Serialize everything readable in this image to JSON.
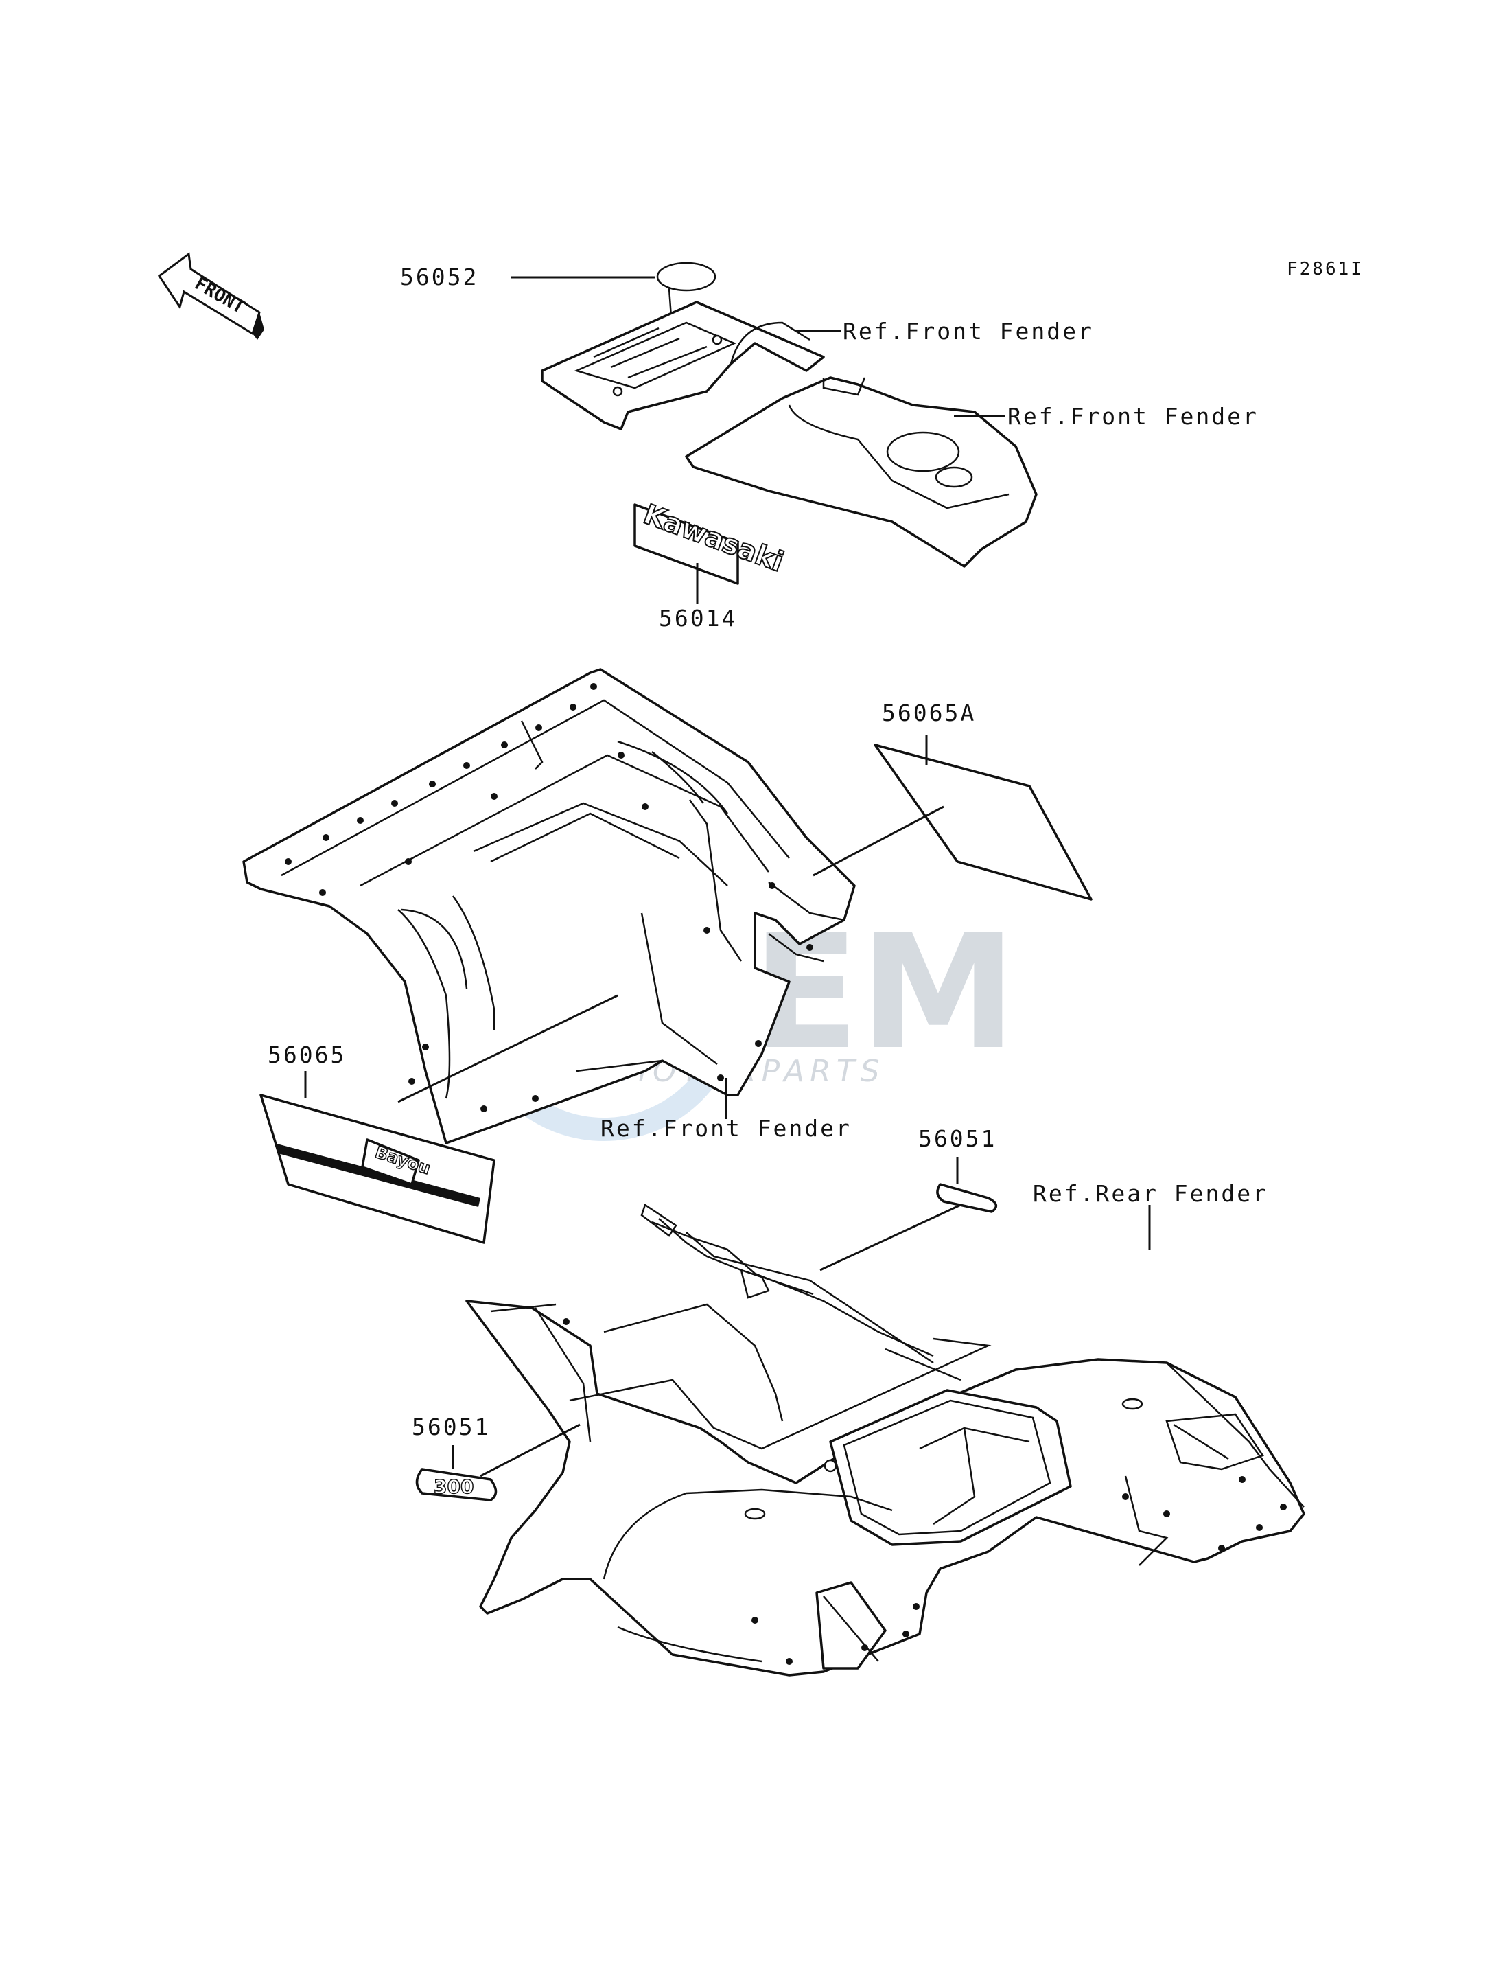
{
  "diagram": {
    "figure_code": "F2861I",
    "front_arrow_text": "FRONT",
    "watermark": {
      "logo_text": "OEM",
      "sub_text": "MOTORPARTS"
    },
    "callouts": [
      {
        "id": "56052",
        "text": "56052"
      },
      {
        "id": "ref-front-fender-1",
        "text": "Ref.Front Fender"
      },
      {
        "id": "ref-front-fender-2",
        "text": "Ref.Front Fender"
      },
      {
        "id": "56014",
        "text": "56014"
      },
      {
        "id": "56065A",
        "text": "56065A"
      },
      {
        "id": "56065",
        "text": "56065"
      },
      {
        "id": "ref-front-fender-3",
        "text": "Ref.Front Fender"
      },
      {
        "id": "56051-top",
        "text": "56051"
      },
      {
        "id": "ref-rear-fender",
        "text": "Ref.Rear Fender"
      },
      {
        "id": "56051-bottom",
        "text": "56051"
      }
    ],
    "decals": {
      "kawasaki_text": "Kawasaki",
      "bayou_text": "Bayou",
      "model_text": "300"
    }
  }
}
